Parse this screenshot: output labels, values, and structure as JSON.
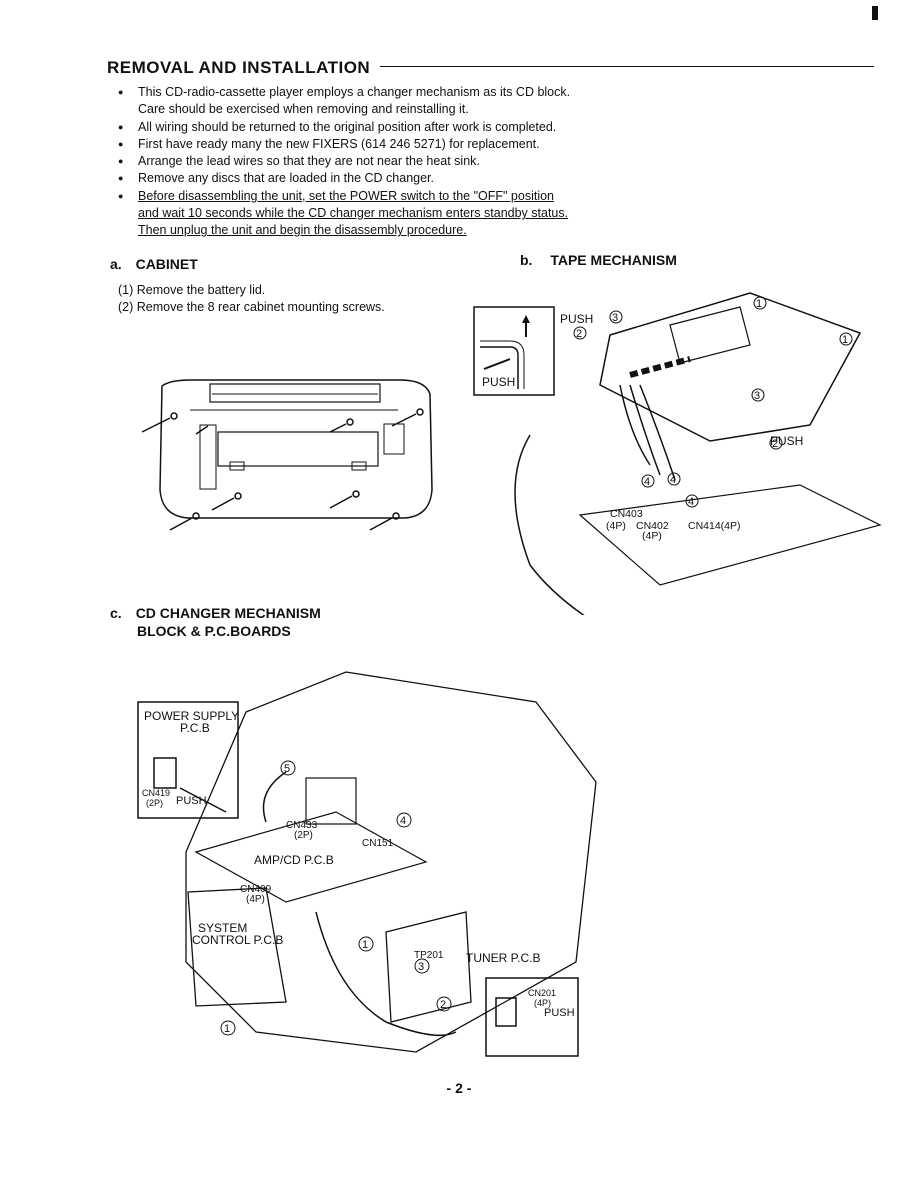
{
  "header": {
    "title": "REMOVAL AND INSTALLATION"
  },
  "intro": {
    "b1_l1": "This CD-radio-cassette player employs a changer mechanism as its CD block.",
    "b1_l2": "Care should be exercised when removing and reinstalling it.",
    "b2": "All wiring should be returned to the original position after work is completed.",
    "b3": "First have ready many the new FIXERS (614 246 5271) for replacement.",
    "b4": "Arrange the lead wires so that they are not near the heat sink.",
    "b5": "Remove any discs that are loaded in the CD changer.",
    "b6_l1": "Before disassembling the unit, set the POWER switch to the \"OFF\" position",
    "b6_l2": "and wait 10 seconds while the CD changer mechanism enters standby status.",
    "b6_l3": "Then unplug the unit and begin the disassembly procedure."
  },
  "section_a": {
    "label": "a.",
    "title": "CABINET",
    "step1": "(1) Remove the battery lid.",
    "step2": "(2) Remove the 8 rear cabinet mounting screws."
  },
  "section_b": {
    "label": "b.",
    "title": "TAPE MECHANISM",
    "inset_push": "PUSH",
    "push": "PUSH",
    "n1": "1",
    "n2": "2",
    "n3": "3",
    "n4": "4",
    "cn403": "CN403",
    "cn403_p": "(4P)",
    "cn402": "CN402",
    "cn402_p": "(4P)",
    "cn414": "CN414(4P)"
  },
  "section_c": {
    "label": "c.",
    "title_l1": "CD CHANGER MECHANISM",
    "title_l2": "BLOCK & P.C.BOARDS",
    "psu_l1": "POWER SUPPLY",
    "psu_l2": "P.C.B",
    "cn419": "CN419",
    "cn419_p": "(2P)",
    "push": "PUSH",
    "cn433": "CN433",
    "cn433_p": "(2P)",
    "cn151": "CN151",
    "amp": "AMP/CD P.C.B",
    "cn409": "CN409",
    "cn409_p": "(4P)",
    "sys_l1": "SYSTEM",
    "sys_l2": "CONTROL P.C.B",
    "tp201": "TP201",
    "tuner": "TUNER P.C.B",
    "cn201": "CN201",
    "cn201_p": "(4P)",
    "n1": "1",
    "n2": "2",
    "n3": "3",
    "n4": "4",
    "n5": "5"
  },
  "footer": {
    "page": "- 2 -"
  }
}
